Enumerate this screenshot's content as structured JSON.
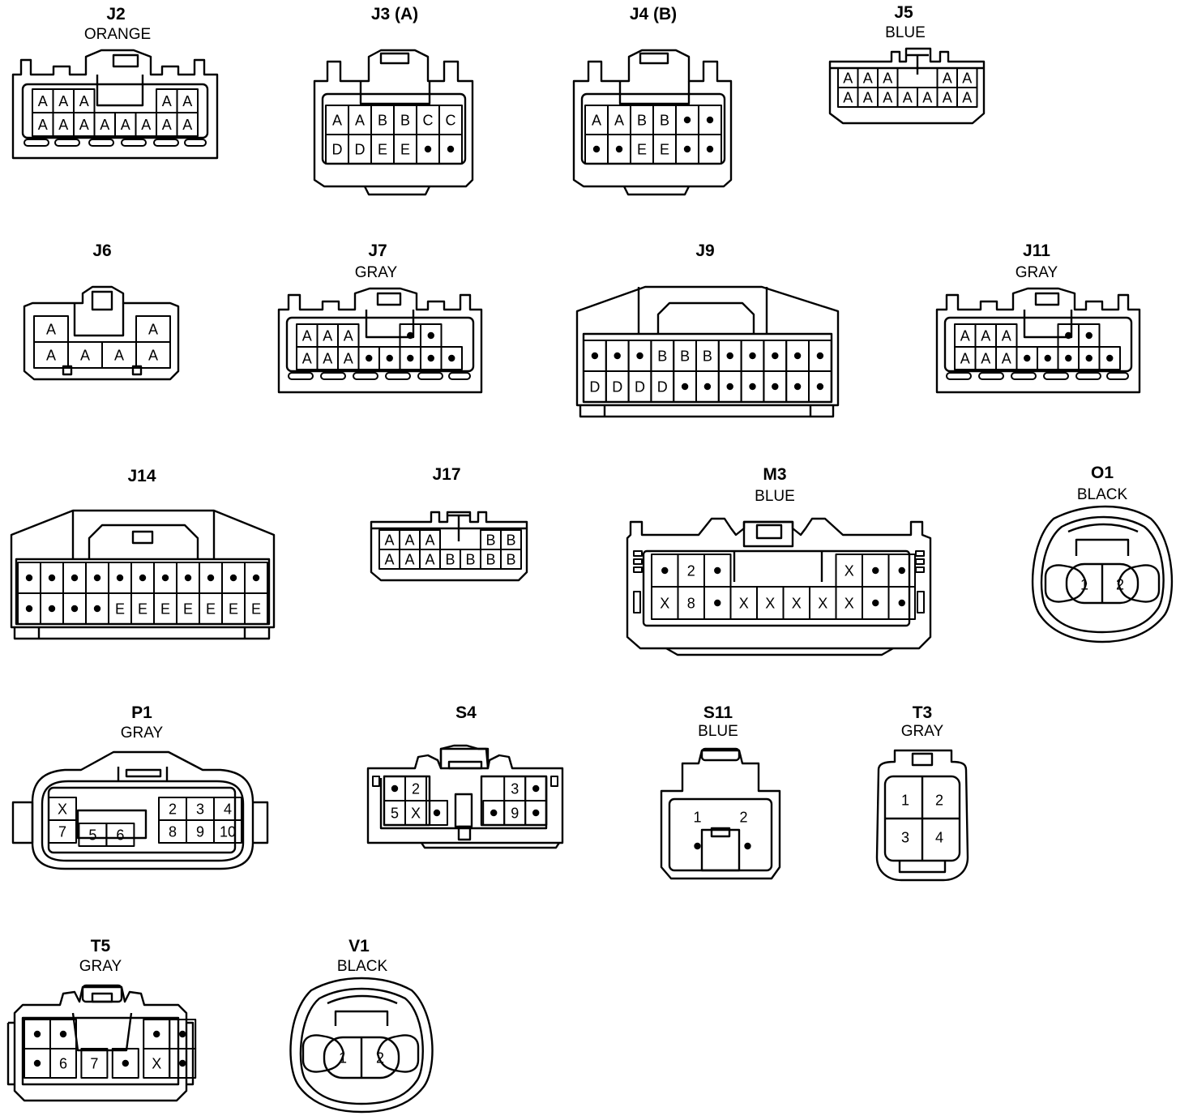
{
  "connectors": [
    {
      "name": "J2",
      "color": "ORANGE",
      "rows": [
        [
          "A",
          "A",
          "A",
          "",
          "",
          "",
          "A",
          "A"
        ],
        [
          "A",
          "A",
          "A",
          "A",
          "A",
          "A",
          "A",
          "A"
        ]
      ]
    },
    {
      "name": "J3 (A)",
      "color": "",
      "rows": [
        [
          "A",
          "A",
          "B",
          "B",
          "C",
          "C"
        ],
        [
          "D",
          "D",
          "E",
          "E",
          "•",
          "•"
        ]
      ]
    },
    {
      "name": "J4 (B)",
      "color": "",
      "rows": [
        [
          "A",
          "A",
          "B",
          "B",
          "•",
          "•"
        ],
        [
          "•",
          "•",
          "E",
          "E",
          "•",
          "•"
        ]
      ]
    },
    {
      "name": "J5",
      "color": "BLUE",
      "rows": [
        [
          "A",
          "A",
          "A",
          "",
          "",
          "A",
          "A"
        ],
        [
          "A",
          "A",
          "A",
          "A",
          "A",
          "A",
          "A"
        ]
      ]
    },
    {
      "name": "J6",
      "color": "",
      "rows": [
        [
          "A",
          "",
          "",
          "A"
        ],
        [
          "A",
          "A",
          "A",
          "A"
        ]
      ]
    },
    {
      "name": "J7",
      "color": "GRAY",
      "rows": [
        [
          "A",
          "A",
          "A",
          "",
          "",
          "•",
          "•"
        ],
        [
          "A",
          "A",
          "A",
          "•",
          "•",
          "•",
          "•",
          "•"
        ]
      ]
    },
    {
      "name": "J9",
      "color": "",
      "rows": [
        [
          "•",
          "•",
          "•",
          "B",
          "B",
          "B",
          "•",
          "•",
          "•",
          "•",
          "•"
        ],
        [
          "D",
          "D",
          "D",
          "D",
          "•",
          "•",
          "•",
          "•",
          "•",
          "•",
          "•"
        ]
      ]
    },
    {
      "name": "J11",
      "color": "GRAY",
      "rows": [
        [
          "A",
          "A",
          "A",
          "",
          "",
          "•",
          "•"
        ],
        [
          "A",
          "A",
          "A",
          "•",
          "•",
          "•",
          "•",
          "•"
        ]
      ]
    },
    {
      "name": "J14",
      "color": "",
      "rows": [
        [
          "•",
          "•",
          "•",
          "•",
          "•",
          "•",
          "•",
          "•",
          "•",
          "•",
          "•"
        ],
        [
          "•",
          "•",
          "•",
          "•",
          "E",
          "E",
          "E",
          "E",
          "E",
          "E",
          "E"
        ]
      ]
    },
    {
      "name": "J17",
      "color": "",
      "rows": [
        [
          "A",
          "A",
          "A",
          "",
          "",
          "B",
          "B"
        ],
        [
          "A",
          "A",
          "A",
          "B",
          "B",
          "B",
          "B"
        ]
      ]
    },
    {
      "name": "M3",
      "color": "BLUE",
      "rows": [
        [
          "•",
          "2",
          "•",
          "",
          "",
          "",
          "",
          "X",
          "•",
          "•"
        ],
        [
          "X",
          "8",
          "•",
          "X",
          "X",
          "X",
          "X",
          "X",
          "•",
          "•"
        ]
      ]
    },
    {
      "name": "O1",
      "color": "BLACK",
      "rows": [
        [
          "1",
          "2"
        ]
      ]
    },
    {
      "name": "P1",
      "color": "GRAY",
      "rows": [
        [
          "X",
          "",
          "",
          "2",
          "3",
          "4"
        ],
        [
          "7",
          "5",
          "6",
          "8",
          "9",
          "10"
        ]
      ]
    },
    {
      "name": "S4",
      "color": "",
      "rows": [
        [
          "•",
          "2",
          "",
          "3",
          "•"
        ],
        [
          "5",
          "X",
          "•",
          "•",
          "9",
          "•"
        ]
      ]
    },
    {
      "name": "S11",
      "color": "BLUE",
      "rows": [
        [
          "1",
          "2"
        ],
        [
          "•",
          "•"
        ]
      ]
    },
    {
      "name": "T3",
      "color": "GRAY",
      "rows": [
        [
          "1",
          "2"
        ],
        [
          "3",
          "4"
        ]
      ]
    },
    {
      "name": "T5",
      "color": "GRAY",
      "rows": [
        [
          "•",
          "•",
          "",
          "",
          "•",
          "•"
        ],
        [
          "•",
          "6",
          "7",
          "•",
          "X",
          "•"
        ]
      ]
    },
    {
      "name": "V1",
      "color": "BLACK",
      "rows": [
        [
          "1",
          "2"
        ]
      ]
    }
  ]
}
